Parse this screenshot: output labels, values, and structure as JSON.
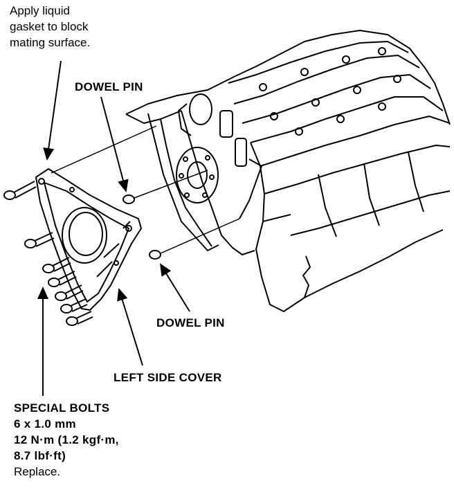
{
  "labels": {
    "gasket_note": [
      "Apply liquid",
      "gasket to block",
      "mating surface."
    ],
    "dowel_pin_top": "DOWEL PIN",
    "dowel_pin_bottom": "DOWEL PIN",
    "left_side_cover": "LEFT SIDE COVER",
    "special_bolts": [
      "SPECIAL BOLTS",
      "6 x 1.0 mm",
      "12 N·m (1.2 kgf·m,",
      "8.7 lbf·ft)",
      "Replace."
    ]
  },
  "colors": {
    "ink": "#000000",
    "paper": "#ffffff"
  }
}
